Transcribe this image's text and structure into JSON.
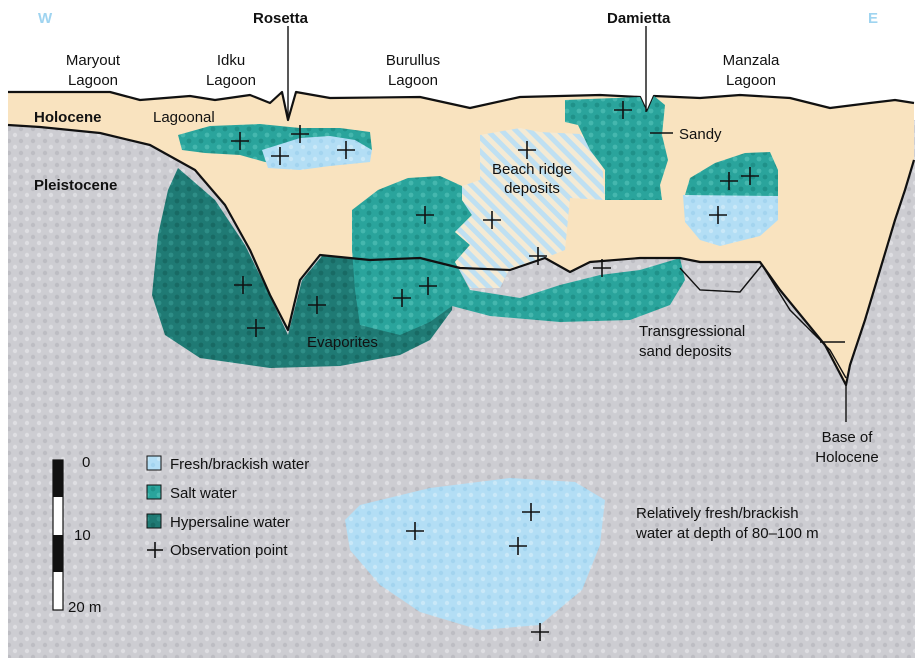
{
  "directions": {
    "west": "W",
    "east": "E"
  },
  "branches": {
    "rosetta": "Rosetta",
    "damietta": "Damietta"
  },
  "lagoons": {
    "maryout": [
      "Maryout",
      "Lagoon"
    ],
    "idku": [
      "Idku",
      "Lagoon"
    ],
    "burullus": [
      "Burullus",
      "Lagoon"
    ],
    "manzala": [
      "Manzala",
      "Lagoon"
    ]
  },
  "layers": {
    "holocene": "Holocene",
    "pleistocene": "Pleistocene"
  },
  "labels": {
    "lagoonal": "Lagoonal",
    "sandy": "Sandy",
    "beach_ridge": [
      "Beach ridge",
      "deposits"
    ],
    "evaporites": "Evaporites",
    "transgressional": [
      "Transgressional",
      "sand deposits"
    ],
    "base_holocene": [
      "Base of",
      "Holocene"
    ],
    "deep_fresh": [
      "Relatively fresh/brackish",
      "water at depth of 80–100 m"
    ]
  },
  "scale": {
    "top": "0",
    "mid": "10",
    "bottom": "20 m"
  },
  "legend": [
    {
      "label": "Fresh/brackish water",
      "key": "fresh"
    },
    {
      "label": "Salt water",
      "key": "salt"
    },
    {
      "label": "Hypersaline water",
      "key": "hyper"
    },
    {
      "label": "Observation point",
      "key": "obs"
    }
  ],
  "colors": {
    "holocene": "#f9e3bf",
    "pleistocene": "#cfcfd4",
    "fresh": "#b3def5",
    "salt": "#2aa49c",
    "hyper": "#1f7a74",
    "direction": "#9fd4f0"
  }
}
